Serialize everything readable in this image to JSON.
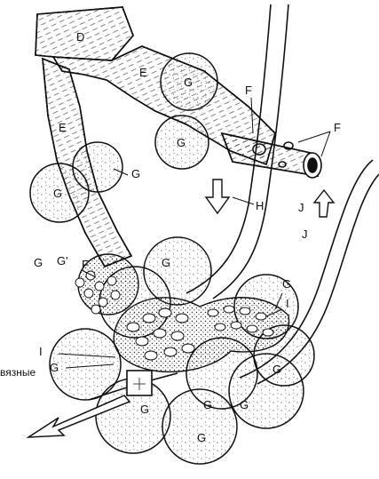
{
  "labels": {
    "D": "D",
    "E": "E",
    "F": "F",
    "G": "G",
    "G_prime": "G'",
    "H": "H",
    "I": "I",
    "J": "J"
  },
  "side_text": "вязные",
  "colors": {
    "ink": "#111111",
    "paper": "#ffffff",
    "stipple": "#555555"
  }
}
